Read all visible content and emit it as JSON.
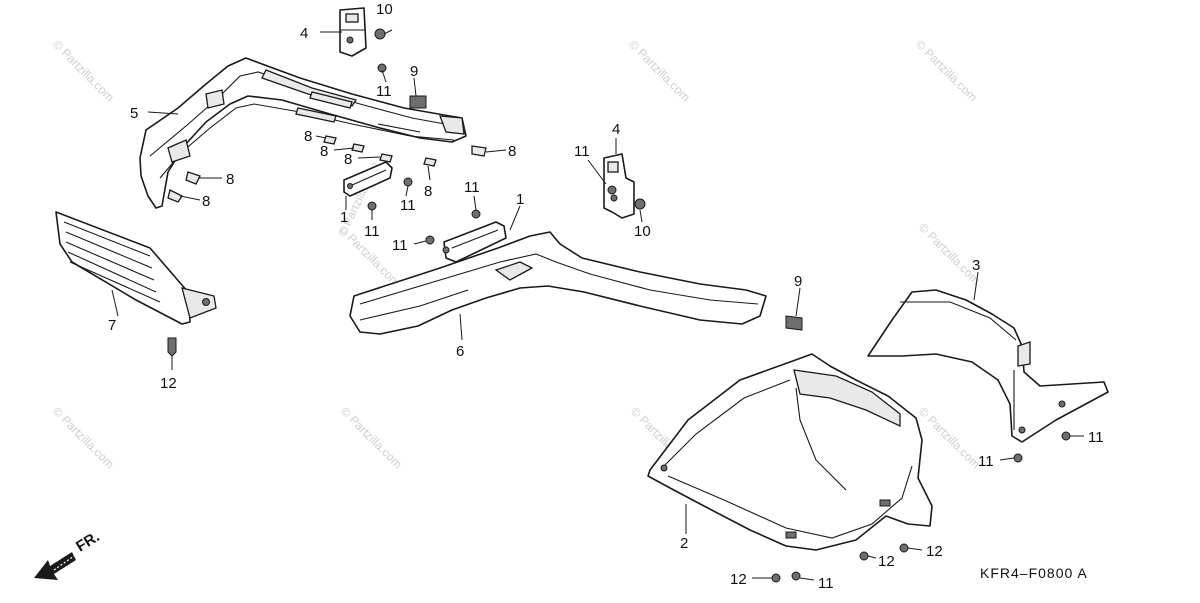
{
  "diagram": {
    "code": "KFR4–F0800 A",
    "front_marker": "FR.",
    "watermark": "© Partzilla.com",
    "callouts": {
      "c1a": "1",
      "c1b": "1",
      "c2": "2",
      "c3": "3",
      "c4a": "4",
      "c4b": "4",
      "c5": "5",
      "c6": "6",
      "c7": "7",
      "c8a": "8",
      "c8b": "8",
      "c8c": "8",
      "c8d": "8",
      "c8e": "8",
      "c8f": "8",
      "c8g": "8",
      "c9a": "9",
      "c9b": "9",
      "c10a": "10",
      "c10b": "10",
      "c11a": "11",
      "c11b": "11",
      "c11c": "11",
      "c11d": "11",
      "c11e": "11",
      "c11f": "11",
      "c11g": "11",
      "c11h": "11",
      "c12a": "12",
      "c12b": "12",
      "c12c": "12",
      "c12d": "12"
    }
  }
}
